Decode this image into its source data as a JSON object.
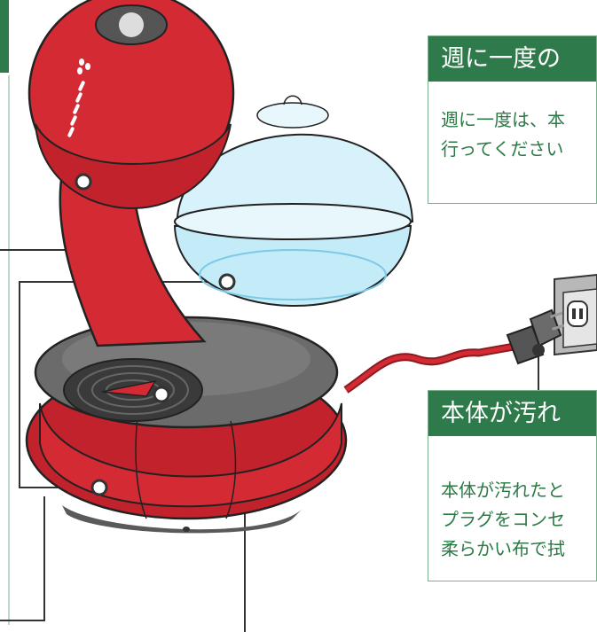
{
  "colors": {
    "accent": "#2e7a4a",
    "body_red": "#d42a34",
    "base_gray": "#6b6b6b",
    "tank_blue": "#cfeefa",
    "text_green": "#2b7a46"
  },
  "panels": {
    "weekly": {
      "heading": "週に一度の",
      "lines": [
        "週に一度は、本",
        "行ってください"
      ]
    },
    "body_dirty": {
      "heading": "本体が汚れ",
      "lines": [
        "本体が汚れたと",
        "プラグをコンセ",
        "柔らかい布で拭"
      ]
    }
  },
  "icons": {
    "machine": "coffee-machine-illustration",
    "plug": "power-plug-illustration",
    "outlet": "wall-outlet-illustration",
    "marker": "callout-dot-icon"
  }
}
